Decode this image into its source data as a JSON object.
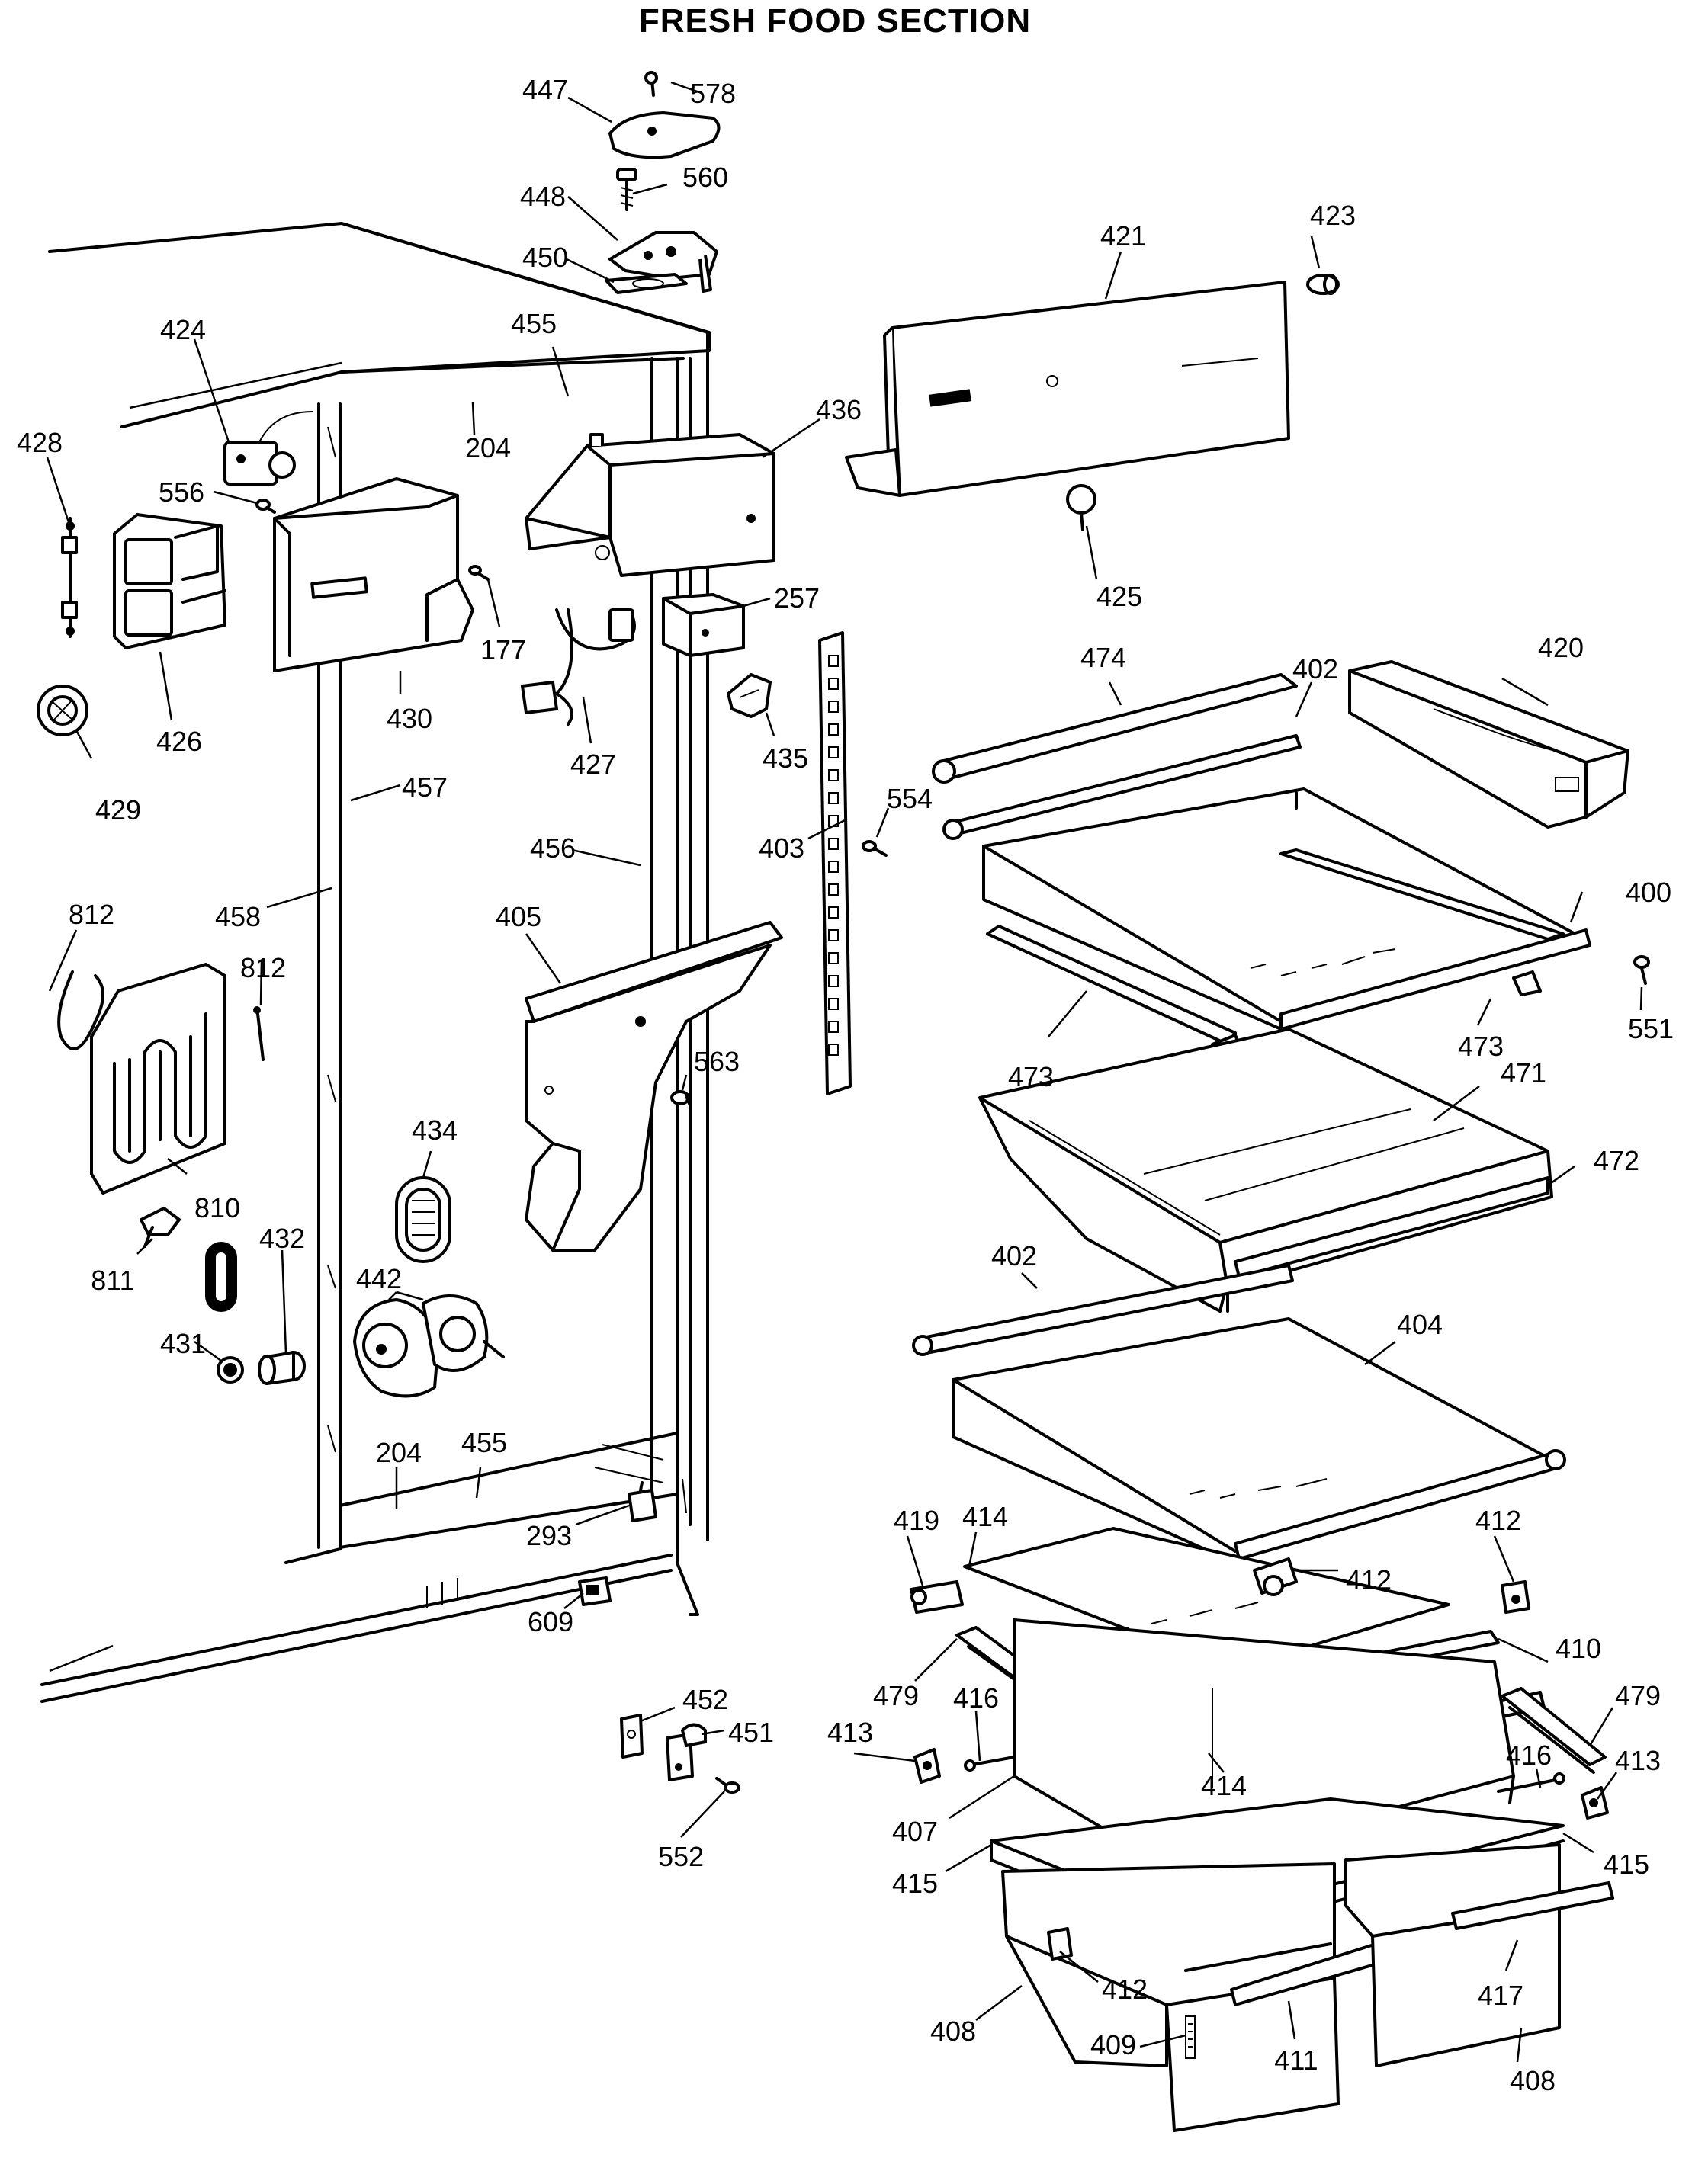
{
  "title": "FRESH FOOD SECTION",
  "labels": [
    {
      "text": "447",
      "part": "hinge-cover-top"
    },
    {
      "text": "578",
      "part": "screw-578"
    },
    {
      "text": "560",
      "part": "screw-560"
    },
    {
      "text": "448",
      "part": "top-hinge"
    },
    {
      "text": "450",
      "part": "hinge-shim"
    },
    {
      "text": "455",
      "part": "cabinet-top-rail"
    },
    {
      "text": "421",
      "part": "control-panel"
    },
    {
      "text": "423",
      "part": "knob-423"
    },
    {
      "text": "424",
      "part": "light-switch"
    },
    {
      "text": "436",
      "part": "control-housing"
    },
    {
      "text": "428",
      "part": "bracket-428"
    },
    {
      "text": "556",
      "part": "screw-556"
    },
    {
      "text": "204",
      "part": "cabinet-liner"
    },
    {
      "text": "425",
      "part": "knob-425"
    },
    {
      "text": "177",
      "part": "screw-177"
    },
    {
      "text": "257",
      "part": "timer-257"
    },
    {
      "text": "426",
      "part": "air-duct-426"
    },
    {
      "text": "430",
      "part": "duct-cover-430"
    },
    {
      "text": "474",
      "part": "shelf-rail-474"
    },
    {
      "text": "402",
      "part": "shelf-rear-rail"
    },
    {
      "text": "420",
      "part": "dairy-bin"
    },
    {
      "text": "427",
      "part": "wiring-harness"
    },
    {
      "text": "435",
      "part": "clip-435"
    },
    {
      "text": "429",
      "part": "thermostat-429"
    },
    {
      "text": "457",
      "part": "liner-edge-457"
    },
    {
      "text": "554",
      "part": "screw-554"
    },
    {
      "text": "403",
      "part": "shelf-ladder"
    },
    {
      "text": "456",
      "part": "mullion-456"
    },
    {
      "text": "400",
      "part": "shelf-frame-400"
    },
    {
      "text": "812",
      "part": "heater-wire-812"
    },
    {
      "text": "458",
      "part": "liner-458"
    },
    {
      "text": "405",
      "part": "air-baffle-405"
    },
    {
      "text": "812",
      "part": "screw-812"
    },
    {
      "text": "551",
      "part": "screw-551"
    },
    {
      "text": "473",
      "part": "support-473-right"
    },
    {
      "text": "563",
      "part": "screw-563"
    },
    {
      "text": "473",
      "part": "support-473-left"
    },
    {
      "text": "471",
      "part": "pan-471"
    },
    {
      "text": "434",
      "part": "grille-434"
    },
    {
      "text": "472",
      "part": "pan-front-472"
    },
    {
      "text": "810",
      "part": "heater-810"
    },
    {
      "text": "432",
      "part": "spacer-432"
    },
    {
      "text": "811",
      "part": "clip-811"
    },
    {
      "text": "442",
      "part": "fan-assembly-442"
    },
    {
      "text": "402",
      "part": "shelf-rail-402-lower"
    },
    {
      "text": "404",
      "part": "shelf-404"
    },
    {
      "text": "431",
      "part": "grommet-431"
    },
    {
      "text": "204",
      "part": "liner-bottom-204"
    },
    {
      "text": "455",
      "part": "bottom-rail-455"
    },
    {
      "text": "419",
      "part": "bracket-419"
    },
    {
      "text": "414",
      "part": "glass-cover-414"
    },
    {
      "text": "412",
      "part": "bracket-412-right"
    },
    {
      "text": "293",
      "part": "switch-293"
    },
    {
      "text": "412",
      "part": "bracket-412-mid"
    },
    {
      "text": "609",
      "part": "clip-609"
    },
    {
      "text": "410",
      "part": "frame-410"
    },
    {
      "text": "479",
      "part": "slide-479-left"
    },
    {
      "text": "479",
      "part": "slide-479-right"
    },
    {
      "text": "416",
      "part": "rod-416-left"
    },
    {
      "text": "452",
      "part": "shim-452"
    },
    {
      "text": "451",
      "part": "lower-hinge-451"
    },
    {
      "text": "413",
      "part": "bracket-413-left"
    },
    {
      "text": "416",
      "part": "rod-416-right"
    },
    {
      "text": "413",
      "part": "bracket-413-right"
    },
    {
      "text": "414",
      "part": "pan-cover-frame-414"
    },
    {
      "text": "407",
      "part": "pan-407"
    },
    {
      "text": "552",
      "part": "screw-552"
    },
    {
      "text": "415",
      "part": "pan-support-415-left"
    },
    {
      "text": "415",
      "part": "pan-support-415-right"
    },
    {
      "text": "412",
      "part": "bracket-412-pan"
    },
    {
      "text": "417",
      "part": "handle-417"
    },
    {
      "text": "408",
      "part": "crisper-408-left"
    },
    {
      "text": "409",
      "part": "humidity-slide-409"
    },
    {
      "text": "411",
      "part": "handle-411"
    },
    {
      "text": "408",
      "part": "crisper-408-right"
    }
  ]
}
